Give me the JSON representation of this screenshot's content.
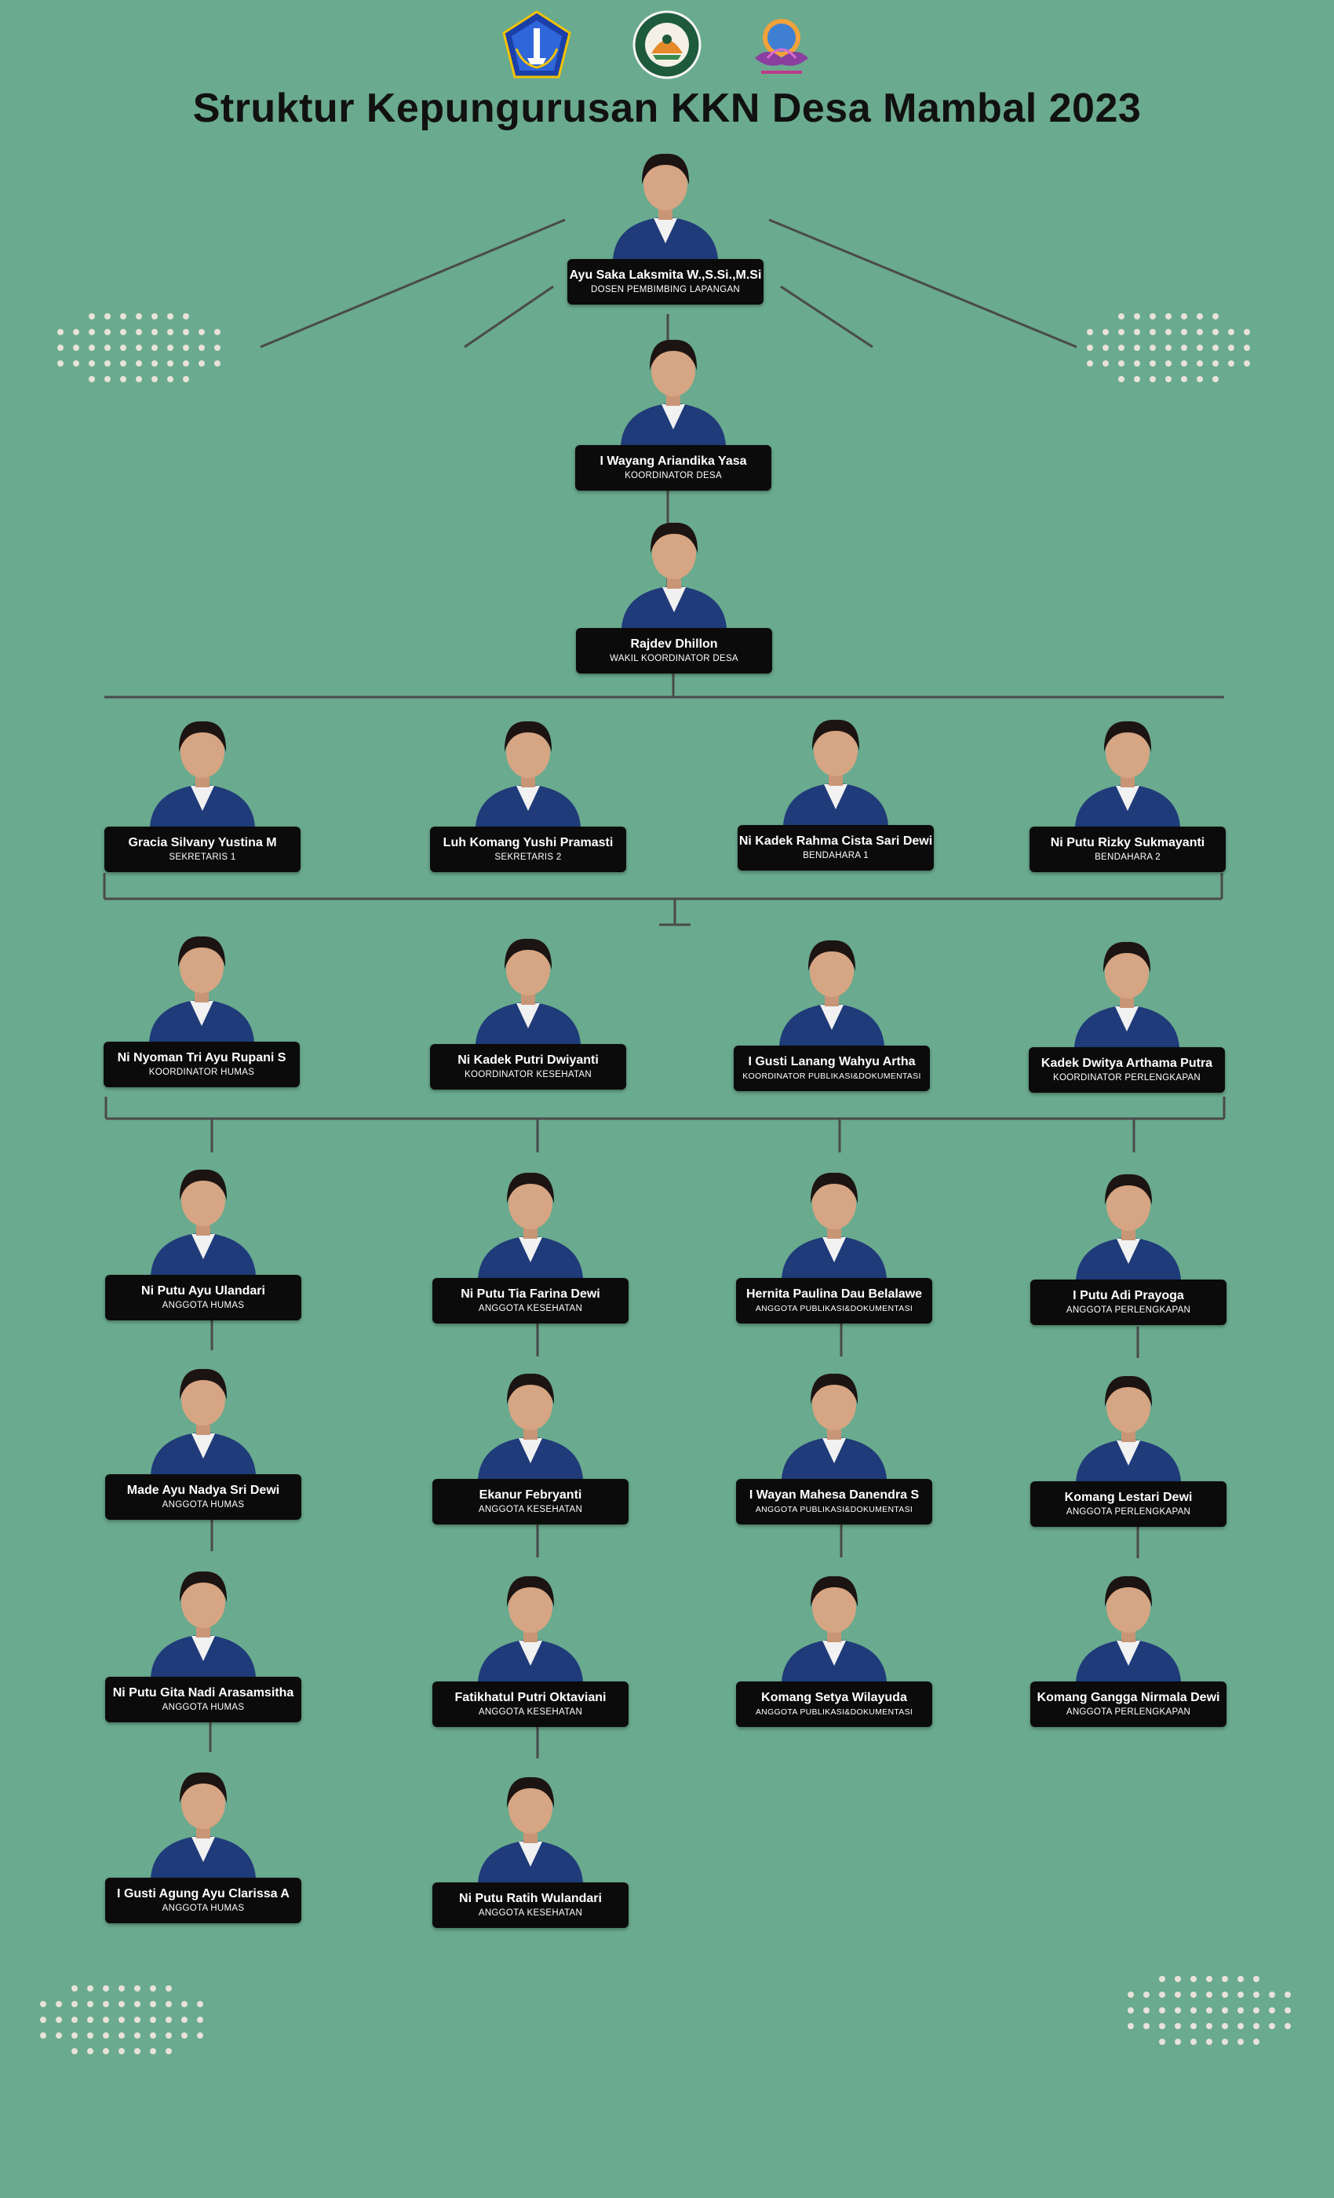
{
  "title": "Struktur Kepungurusan KKN Desa Mambal 2023",
  "colors": {
    "background": "#6aaa8e",
    "line": "#4a4a4a",
    "plate": "#0b0b0b",
    "blazer": "#1f3b7a",
    "dots": "#e8e2d8"
  },
  "logos": [
    "regency-shield-logo",
    "kkn-program-logo",
    "university-lotus-logo"
  ],
  "people": {
    "dpl": {
      "name": "Ayu Saka Laksmita W.,S.Si.,M.Si",
      "role": "DOSEN PEMBIMBING LAPANGAN"
    },
    "kordes": {
      "name": "I Wayang Ariandika Yasa",
      "role": "KOORDINATOR DESA"
    },
    "wakordes": {
      "name": "Rajdev Dhillon",
      "role": "WAKIL KOORDINATOR DESA"
    },
    "sek1": {
      "name": "Gracia Silvany Yustina M",
      "role": "SEKRETARIS 1"
    },
    "sek2": {
      "name": "Luh Komang Yushi Pramasti",
      "role": "SEKRETARIS 2"
    },
    "ben1": {
      "name": "Ni Kadek Rahma Cista Sari Dewi",
      "role": "BENDAHARA 1"
    },
    "ben2": {
      "name": "Ni Putu Rizky Sukmayanti",
      "role": "BENDAHARA 2"
    },
    "kor_humas": {
      "name": "Ni Nyoman Tri Ayu Rupani S",
      "role": "KOORDINATOR HUMAS"
    },
    "kor_kes": {
      "name": "Ni Kadek Putri Dwiyanti",
      "role": "KOORDINATOR KESEHATAN"
    },
    "kor_pub": {
      "name": "I Gusti Lanang Wahyu Artha",
      "role": "KOORDINATOR PUBLIKASI&DOKUMENTASI"
    },
    "kor_perl": {
      "name": "Kadek Dwitya Arthama Putra",
      "role": "KOORDINATOR PERLENGKAPAN"
    },
    "humas1": {
      "name": "Ni Putu Ayu Ulandari",
      "role": "ANGGOTA HUMAS"
    },
    "humas2": {
      "name": "Made Ayu Nadya Sri Dewi",
      "role": "ANGGOTA HUMAS"
    },
    "humas3": {
      "name": "Ni Putu Gita Nadi Arasamsitha",
      "role": "ANGGOTA HUMAS"
    },
    "humas4": {
      "name": "I Gusti Agung Ayu Clarissa A",
      "role": "ANGGOTA HUMAS"
    },
    "kes1": {
      "name": "Ni Putu Tia Farina Dewi",
      "role": "ANGGOTA KESEHATAN"
    },
    "kes2": {
      "name": "Ekanur Febryanti",
      "role": "ANGGOTA KESEHATAN"
    },
    "kes3": {
      "name": "Fatikhatul Putri Oktaviani",
      "role": "ANGGOTA KESEHATAN"
    },
    "kes4": {
      "name": "Ni Putu Ratih Wulandari",
      "role": "ANGGOTA KESEHATAN"
    },
    "pub1": {
      "name": "Hernita Paulina Dau Belalawe",
      "role": "ANGGOTA PUBLIKASI&DOKUMENTASI"
    },
    "pub2": {
      "name": "I Wayan Mahesa Danendra S",
      "role": "ANGGOTA PUBLIKASI&DOKUMENTASI"
    },
    "pub3": {
      "name": "Komang Setya Wilayuda",
      "role": "ANGGOTA PUBLIKASI&DOKUMENTASI"
    },
    "perl1": {
      "name": "I Putu Adi Prayoga",
      "role": "ANGGOTA PERLENGKAPAN"
    },
    "perl2": {
      "name": "Komang Lestari Dewi",
      "role": "ANGGOTA PERLENGKAPAN"
    },
    "perl3": {
      "name": "Komang Gangga Nirmala Dewi",
      "role": "ANGGOTA PERLENGKAPAN"
    }
  }
}
